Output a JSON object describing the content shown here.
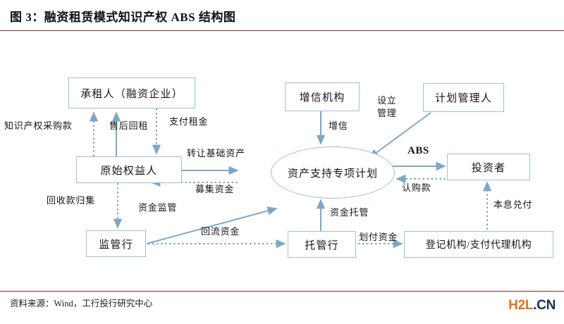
{
  "figure": {
    "title": "图 3：融资租赁模式知识产权 ABS 结构图",
    "source_note": "资料来源：Wind，工行投行研究中心",
    "watermark_primary": "H2L",
    "watermark_secondary": ".CN",
    "rule_color": "#8c2b22",
    "node_border_color": "#9cc0de",
    "arrow_color": "#7da7c8"
  },
  "nodes": [
    {
      "id": "lessee",
      "label": "承租人（融资企业）"
    },
    {
      "id": "originator",
      "label": "原始权益人"
    },
    {
      "id": "credit",
      "label": "增信机构"
    },
    {
      "id": "manager",
      "label": "计划管理人"
    },
    {
      "id": "spv",
      "label": "资产支持专项计划"
    },
    {
      "id": "investor",
      "label": "投资者"
    },
    {
      "id": "superbank",
      "label": "监管行"
    },
    {
      "id": "custodian",
      "label": "托管行"
    },
    {
      "id": "registrar",
      "label": "登记机构/支付代理机构"
    }
  ],
  "edges": [
    {
      "id": "e-ip-purchase",
      "label": "知识产权采购款",
      "from": "originator",
      "to": "lessee",
      "style": "dotted",
      "dir": "up"
    },
    {
      "id": "e-saleleaseback",
      "label": "售后回租",
      "from": "originator",
      "to": "lessee",
      "style": "solid",
      "dir": "up"
    },
    {
      "id": "e-pay-rent",
      "label": "支付租金",
      "from": "lessee",
      "to": "originator",
      "style": "dotted",
      "dir": "down"
    },
    {
      "id": "e-transfer",
      "label": "转让基础资产",
      "from": "originator",
      "to": "spv",
      "style": "solid",
      "dir": "right"
    },
    {
      "id": "e-raise",
      "label": "募集资金",
      "from": "spv",
      "to": "originator",
      "style": "dotted",
      "dir": "left"
    },
    {
      "id": "e-credit",
      "label": "增信",
      "from": "credit",
      "to": "spv",
      "style": "solid",
      "dir": "down"
    },
    {
      "id": "e-setup-manage",
      "label": "设立\n管理",
      "from": "manager",
      "to": "spv",
      "style": "solid",
      "dir": "diagonal"
    },
    {
      "id": "e-abs",
      "label": "ABS",
      "from": "spv",
      "to": "investor",
      "style": "solid",
      "dir": "right"
    },
    {
      "id": "e-subscription",
      "label": "认购款",
      "from": "investor",
      "to": "spv",
      "style": "dotted",
      "dir": "left"
    },
    {
      "id": "e-collect",
      "label": "回收款归集",
      "from": "originator",
      "to": "superbank",
      "style": "dotted",
      "dir": "down"
    },
    {
      "id": "e-supervise",
      "label": "资金监管",
      "from": "superbank",
      "to": "spv",
      "style": "solid",
      "dir": "diagonal"
    },
    {
      "id": "e-return-funds",
      "label": "回流资金",
      "from": "superbank",
      "to": "custodian",
      "style": "dotted",
      "dir": "right"
    },
    {
      "id": "e-custody",
      "label": "资金托管",
      "from": "custodian",
      "to": "spv",
      "style": "solid",
      "dir": "up"
    },
    {
      "id": "e-transfer-funds",
      "label": "划付资金",
      "from": "custodian",
      "to": "registrar",
      "style": "dotted",
      "dir": "right"
    },
    {
      "id": "e-principal-int",
      "label": "本息兑付",
      "from": "registrar",
      "to": "investor",
      "style": "dotted",
      "dir": "up"
    }
  ]
}
